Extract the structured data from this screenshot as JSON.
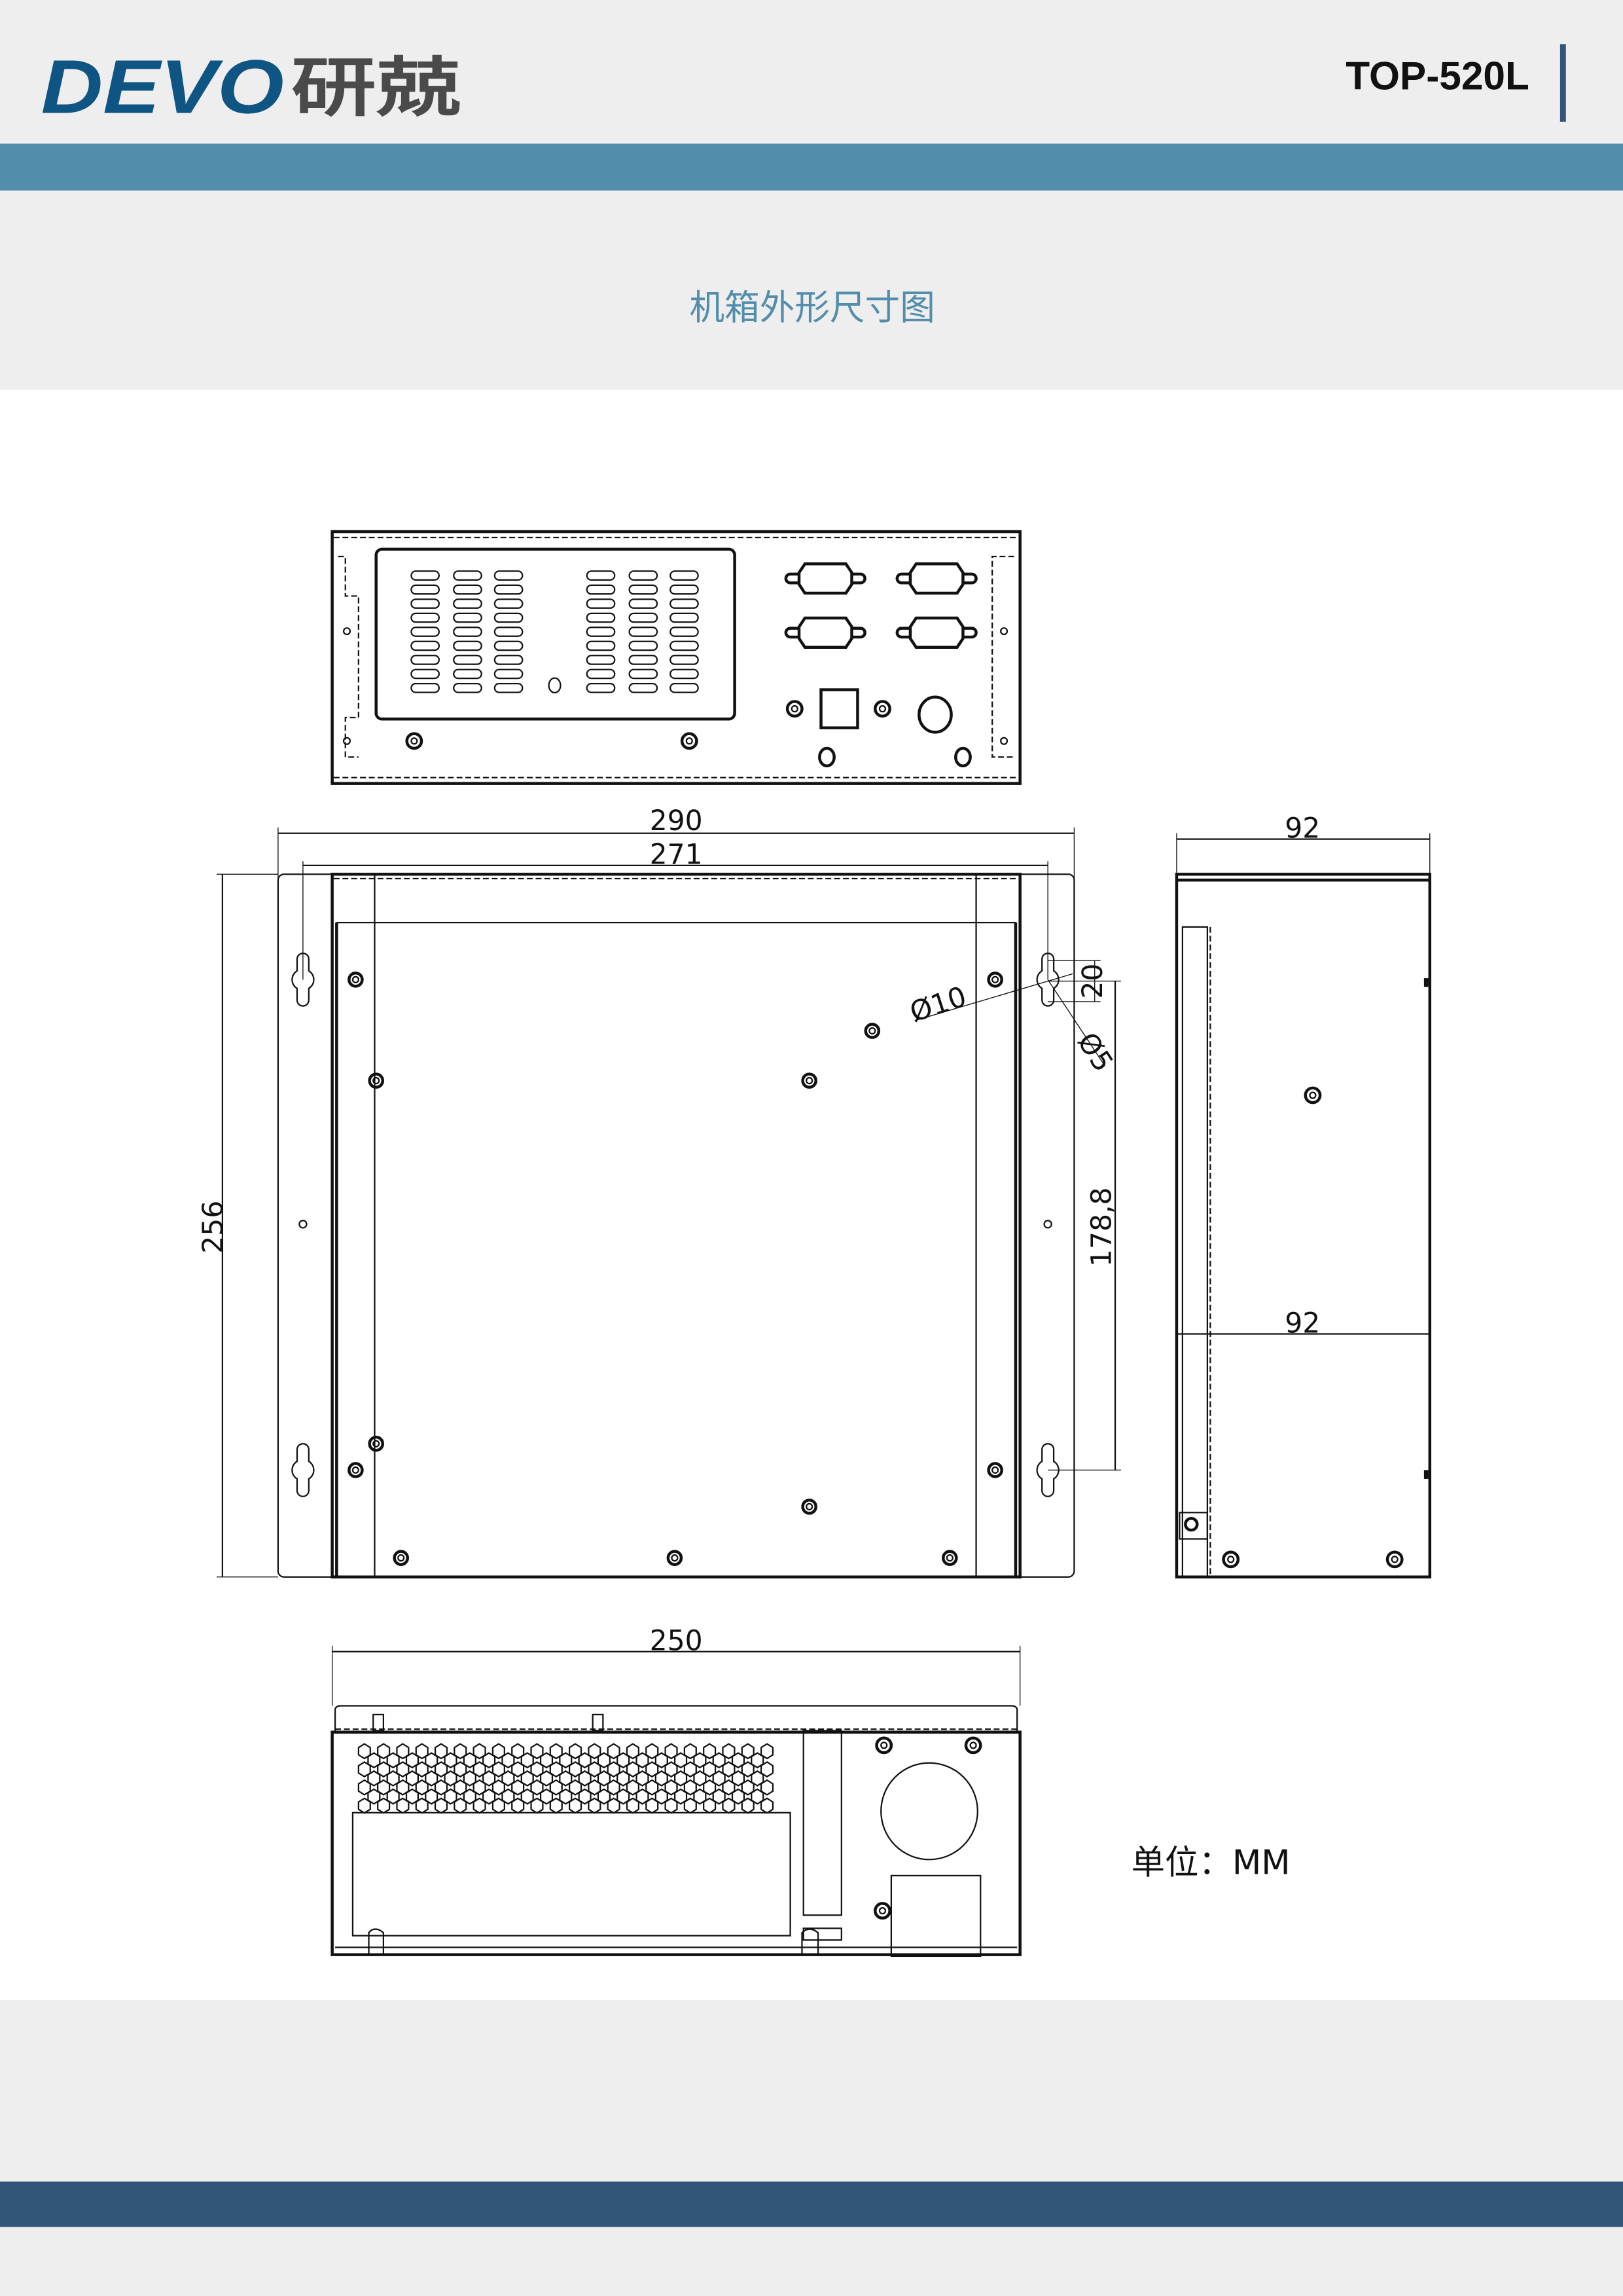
{
  "header": {
    "logo_text": "DEVO",
    "logo_cn": "研兢",
    "model": "TOP-520L"
  },
  "title": "机箱外形尺寸图",
  "dimensions": {
    "overall_width": "290",
    "mount_width": "271",
    "height": "256",
    "mount_height": "178,8",
    "depth_top": "92",
    "depth_mid": "92",
    "bottom_width": "250",
    "hole_large": "Ø10",
    "hole_small": "Ø5",
    "slot_offset": "20"
  },
  "unit_label": "单位：MM",
  "colors": {
    "background": "#eeeeee",
    "band_top": "#528dab",
    "band_bottom": "#33557a",
    "logo_blue": "#0f5583",
    "logo_gray": "#4a4a4a",
    "title": "#528dab"
  }
}
